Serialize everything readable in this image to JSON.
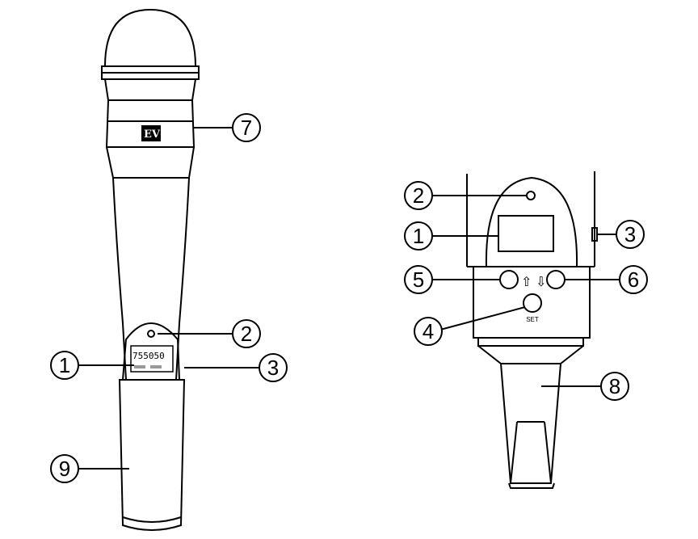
{
  "microphone": {
    "logo": "EV",
    "display_reading": "755050"
  },
  "transmitter_closeup": {
    "up_arrow": "⇧",
    "down_arrow": "⇩",
    "set_label": "SET"
  },
  "callouts": {
    "mic_1": "1",
    "mic_2": "2",
    "mic_3": "3",
    "mic_7": "7",
    "mic_9": "9",
    "detail_1": "1",
    "detail_2": "2",
    "detail_3": "3",
    "detail_4": "4",
    "detail_5": "5",
    "detail_6": "6",
    "detail_8": "8"
  },
  "colors": {
    "line": "#000000",
    "background": "#ffffff",
    "logo_fill": "#000000"
  }
}
